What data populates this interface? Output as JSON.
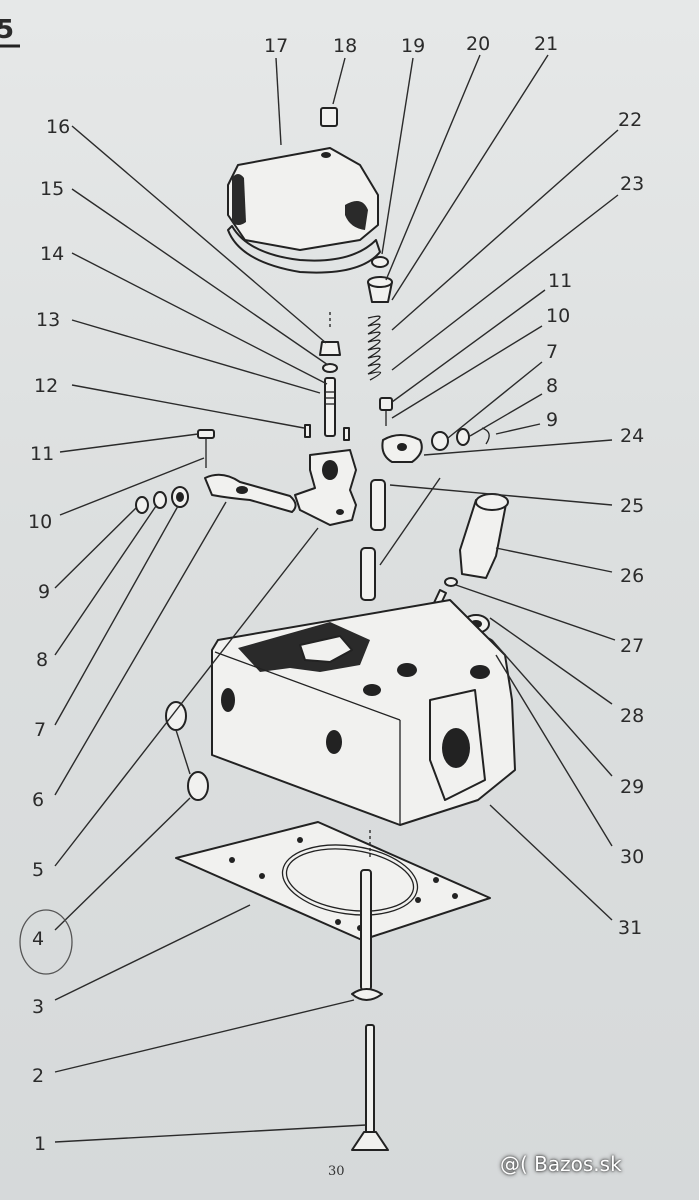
{
  "figure_number_fragment": "5",
  "callouts": {
    "c1": "1",
    "c2": "2",
    "c3": "3",
    "c4": "4",
    "c5": "5",
    "c6": "6",
    "c7l": "7",
    "c8l": "8",
    "c9l": "9",
    "c10l": "10",
    "c11l": "11",
    "c12": "12",
    "c13": "13",
    "c14": "14",
    "c15": "15",
    "c16": "16",
    "c17": "17",
    "c18": "18",
    "c19": "19",
    "c20": "20",
    "c21": "21",
    "c22": "22",
    "c23": "23",
    "c11r": "11",
    "c10r": "10",
    "c7r": "7",
    "c8r": "8",
    "c9r": "9",
    "c24": "24",
    "c25": "25",
    "c26": "26",
    "c27": "27",
    "c28": "28",
    "c29": "29",
    "c30": "30",
    "c31": "31"
  },
  "page_number": "30",
  "watermark": "@( Bazos.sk"
}
